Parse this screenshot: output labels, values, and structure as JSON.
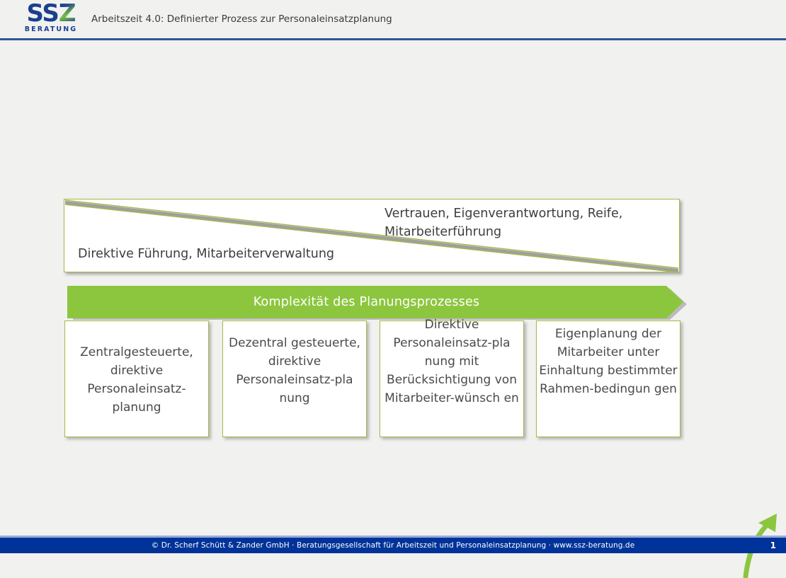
{
  "header": {
    "logo_mark": "SSZ",
    "logo_mark_accent": "Z",
    "logo_sub": "BERATUNG",
    "title": "Arbeitszeit 4.0: Definierter Prozess zur Personaleinsatzplanung"
  },
  "slide": {
    "split_panel": {
      "top_right_text": "Vertrauen, Eigenverantwortung, Reife, Mitarbeiterführung",
      "bottom_left_text": "Direktive Führung, Mitarbeiterverwaltung"
    },
    "arrow_banner": {
      "label": "Komplexität des Planungsprozesses"
    },
    "boxes": [
      {
        "text": "Zentralgesteuerte, direktive Personaleinsatz-planung"
      },
      {
        "text": "Dezentral gesteuerte, direktive Personaleinsatz-pla nung"
      },
      {
        "text": "Direktive Personaleinsatz-pla nung mit Berücksichtigung von Mitarbeiter-wünsch en"
      },
      {
        "text": "Eigenplanung der Mitarbeiter unter Einhaltung bestimmter Rahmen-bedingun gen"
      }
    ]
  },
  "footer": {
    "text": "© Dr. Scherf Schütt & Zander GmbH · Beratungsgesellschaft für Arbeitszeit und Personaleinsatzplanung · www.ssz-beratung.de",
    "page_number": "1"
  },
  "colors": {
    "brand_blue": "#1b3f8f",
    "footer_blue": "#003399",
    "header_rule": "#2f5597",
    "accent_green": "#8cc63f",
    "box_border": "#a7b84a",
    "background": "#f1f1ef"
  }
}
